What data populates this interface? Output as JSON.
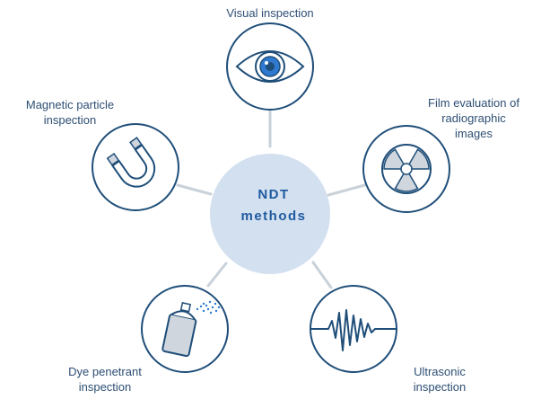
{
  "center": {
    "line1": "NDT",
    "line2": "methods"
  },
  "methods": [
    {
      "id": "visual",
      "label_lines": [
        "Visual inspection"
      ],
      "icon": "eye-icon"
    },
    {
      "id": "film",
      "label_lines": [
        "Film evaluation of",
        "radiographic",
        "images"
      ],
      "icon": "radiation-icon"
    },
    {
      "id": "ultrasonic",
      "label_lines": [
        "Ultrasonic",
        "inspection"
      ],
      "icon": "waveform-icon"
    },
    {
      "id": "dye",
      "label_lines": [
        "Dye penetrant",
        "inspection"
      ],
      "icon": "spray-can-icon"
    },
    {
      "id": "magnetic",
      "label_lines": [
        "Magnetic particle",
        "inspection"
      ],
      "icon": "magnet-icon"
    }
  ],
  "colors": {
    "outline": "#1f4e79",
    "center_fill": "#d3e0ef",
    "connector": "#c9d1d9",
    "accent": "#2f7ad0",
    "text": "#2e4f74"
  }
}
